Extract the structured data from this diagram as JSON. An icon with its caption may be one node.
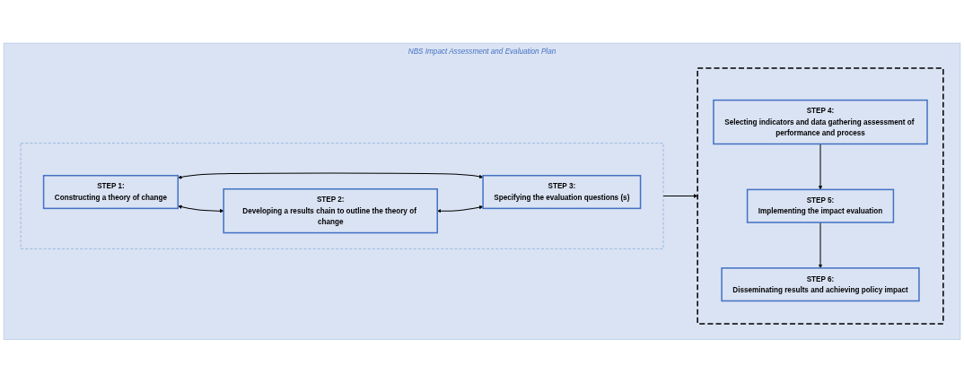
{
  "diagram": {
    "nodes": [
      {
        "text": [
          "NBS Impact Assessment and Evaluation Plan"
        ]
      },
      {
        "text": [],
        "shape": "box",
        "in": 0
      },
      {
        "text": [
          "STEP 1:",
          "Constructing a theory of change"
        ],
        "in": 1
      },
      {
        "text": [
          "STEP 2:",
          "Developing a results chain to outline the theory of change"
        ],
        "in": 1
      },
      {
        "text": [
          "STEP 3:",
          "Specifying the evaluation questions (s)"
        ],
        "in": 1
      },
      {
        "text": [],
        "shape": "octagon",
        "in": 0
      },
      {
        "text": [
          "STEP 4:",
          "Selecting indicators and data gathering assessment of performance and process"
        ],
        "in": 5
      },
      {
        "text": [
          "STEP 5:",
          "Implementing the impact evaluation"
        ],
        "in": 5
      },
      {
        "text": [
          "STEP 6:",
          "Disseminating results and achieving policy impact"
        ],
        "in": 5
      }
    ],
    "edges": [
      {
        "from": 2,
        "to": 3,
        "arrow": "both"
      },
      {
        "from": 2,
        "to": 4,
        "arrow": "both"
      },
      {
        "from": 3,
        "to": 4,
        "arrow": "both"
      },
      {
        "from": 1,
        "to": 5,
        "arrow": "to"
      },
      {
        "from": 6,
        "to": 7,
        "arrow": "to"
      },
      {
        "from": 7,
        "to": 8,
        "arrow": "to"
      }
    ]
  }
}
